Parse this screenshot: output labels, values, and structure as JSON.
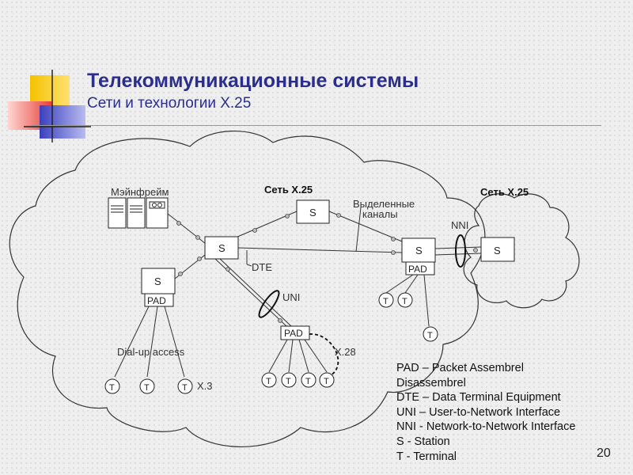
{
  "slide": {
    "title": "Телекоммуникационные системы",
    "subtitle": "Сети и технологии X.25",
    "page_number": "20"
  },
  "diagram": {
    "mainframe_label": "Мэйнфрейм",
    "network_label_left": "Сеть X.25",
    "network_label_right": "Сеть X.25",
    "leased_channels_label": "Выделенные\nканалы",
    "nni_label": "NNI",
    "uni_label": "UNI",
    "dte_label": "DTE",
    "dialup_label": "Dial-up access",
    "x3_label": "X.3",
    "x28_label": "X.28",
    "pad_label": "PAD",
    "station_label": "S",
    "terminal_label": "T"
  },
  "legend": [
    "PAD – Packet Assembrel",
    "Disassembrel",
    "DTE – Data Terminal Equipment",
    "UNI – User-to-Network Interface",
    "NNI - Network-to-Network Interface",
    "S - Station",
    "T - Terminal"
  ],
  "colors": {
    "title": "#2b2e8c",
    "logo_yellow": "#f5c200",
    "logo_red": "#e8403a",
    "logo_blue": "#3a3fbf"
  }
}
